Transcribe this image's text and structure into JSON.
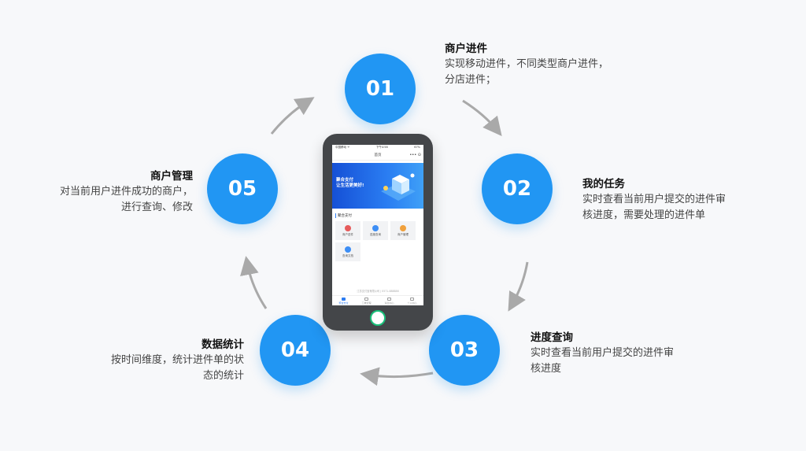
{
  "steps": [
    {
      "num": "01",
      "title": "商户进件",
      "desc_lines": [
        "实现移动进件，不同类型商户进件，",
        "分店进件；"
      ]
    },
    {
      "num": "02",
      "title": "我的任务",
      "desc_lines": [
        "实时查看当前用户提交的进件审",
        "核进度，需要处理的进件单"
      ]
    },
    {
      "num": "03",
      "title": "进度查询",
      "desc_lines": [
        "实时查看当前用户提交的进件审",
        "核进度"
      ]
    },
    {
      "num": "04",
      "title": "数据统计",
      "desc_lines": [
        "按时间维度，统计进件单的状",
        "态的统计"
      ]
    },
    {
      "num": "05",
      "title": "商户管理",
      "desc_lines": [
        "对当前用户进件成功的商户，",
        "进行查询、修改"
      ]
    }
  ],
  "phone": {
    "status_left": "中国移动 ᯤ",
    "status_center": "下午4:58",
    "status_right": "67%",
    "nav_title": "首页",
    "nav_icons": "••• ⊙",
    "banner_line1": "聚合支付",
    "banner_line2": "让生活更美好!",
    "section_title": "聚合支付",
    "grid": [
      {
        "label": "商户进件",
        "color": "#e65b5b"
      },
      {
        "label": "进度查询",
        "color": "#3d8ef5"
      },
      {
        "label": "商户管理",
        "color": "#f0a03c"
      },
      {
        "label": "查询文档",
        "color": "#3d8ef5"
      }
    ],
    "footer": "江苏支付宝有限公司  |  0571-888888",
    "tabs": [
      "聚合支付",
      "工单管理",
      "消息中心",
      "个人中心"
    ]
  },
  "colors": {
    "accent": "#2196f3",
    "arrow": "#a9a9a9",
    "phone_body": "#444649"
  }
}
